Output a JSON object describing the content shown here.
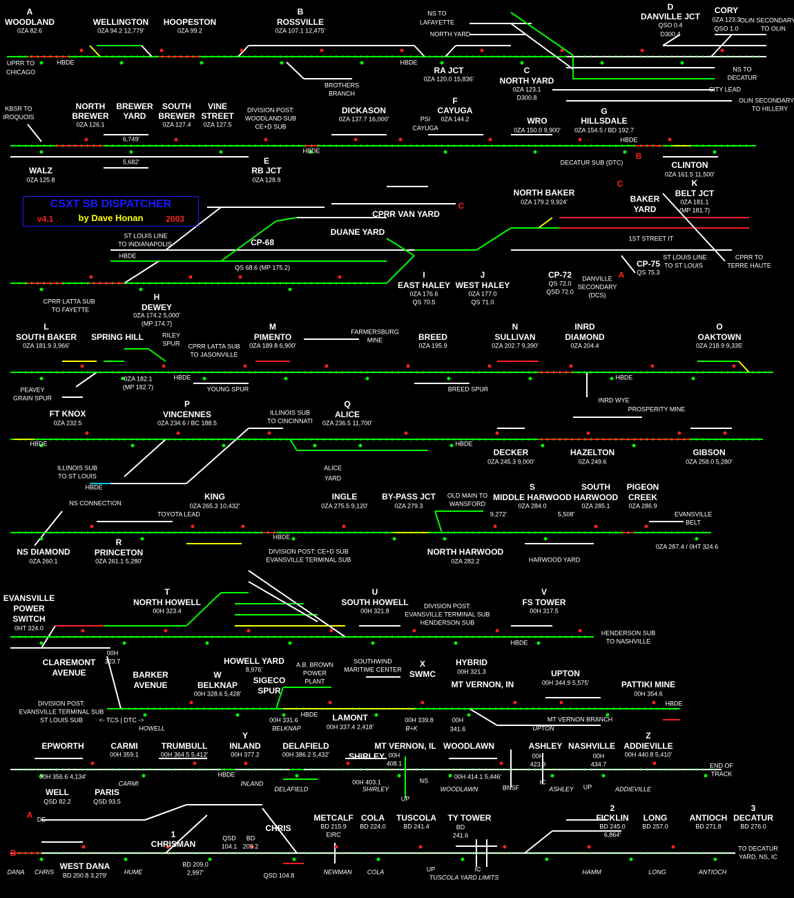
{
  "app": {
    "title": "CSXT SB DISPATCHER",
    "version": "v4.1",
    "author": "by Dave Honan",
    "year": "2003"
  },
  "colors": {
    "occupied": "#ff2020",
    "lined": "#00ff00",
    "idle": "#ffffff",
    "caution": "#ffff00",
    "title": "#1a1aff"
  },
  "rows": [
    {
      "labels": [
        "A",
        "WOODLAND",
        "0ZA 82.6",
        "WELLINGTON",
        "0ZA 94.2   12,779'",
        "HOOPESTON",
        "0ZA 99.2",
        "B",
        "ROSSVILLE",
        "0ZA 107.1   12,475'",
        "NS TO",
        "LAFAYETTE",
        "NORTH YARD",
        "D",
        "DANVILLE JCT",
        "QSO 0.4",
        "D300.4",
        "CORY",
        "0ZA 123.3",
        "QSO 1.0",
        "OLIN SECONDARY",
        "TO OLIN",
        "UPRR TO",
        "CHICAGO",
        "HBDE",
        "RA JCT",
        "0ZA 120.0   15,836'",
        "C",
        "NORTH YARD",
        "0ZA 123.1",
        "D300.8",
        "BROTHERS",
        "BRANCH",
        "NS TO",
        "DECATUR",
        "CITY LEAD",
        "OLIN SECONDARY",
        "TO HILLERY",
        "HBDE"
      ]
    },
    {
      "labels": [
        "KBSR TO",
        "IROQUOIS",
        "NORTH",
        "BREWER",
        "0ZA 126.1",
        "BREWER",
        "YARD",
        "SOUTH",
        "BREWER",
        "0ZA 127.4",
        "VINE",
        "STREET",
        "0ZA 127.5",
        "DIVISION POST:",
        "WOODLAND SUB",
        "CE+D SUB",
        "DICKASON",
        "0ZA 137.7   16,000'",
        "F",
        "CAYUGA",
        "0ZA 144.2",
        "PSI",
        "CAYUGA",
        "WRO",
        "0ZA 150.0   9,900'",
        "G",
        "HILLSDALE",
        "0ZA 154.5 / BD 192.7",
        "6,749'",
        "5,682'",
        "WALZ",
        "0ZA 125.8",
        "E",
        "RB JCT",
        "0ZA 128.9",
        "DECATUR SUB (DTC)",
        "B",
        "CLINTON",
        "0ZA 161.5   11,500'",
        "HBDE",
        "HBDE"
      ]
    },
    {
      "labels": [
        "CPRR VAN YARD",
        "C",
        "NORTH BAKER",
        "0ZA 179.2   9,924'",
        "C",
        "BAKER",
        "YARD",
        "K",
        "BELT JCT",
        "0ZA 181.1",
        "(MP 181.7)",
        "DUANE YARD",
        "ST LOUIS LINE",
        "TO INDIANAPOLIS",
        "CP-68",
        "1ST STREET IT",
        "QS 68.6 (MP 175.2)",
        "ST LOUIS LINE",
        "TO ST LOUIS",
        "CPRR TO",
        "TERRE HAUTE",
        "CP-72",
        "QS 72.0",
        "QSD 72.0",
        "CP-75",
        "QS 75.3",
        "A",
        "DANVILLE",
        "SECONDARY",
        "(DCS)",
        "I",
        "EAST HALEY",
        "0ZA 176.6",
        "QS 70.5",
        "J",
        "WEST HALEY",
        "0ZA 177.0",
        "QS 71.0",
        "CPRR LATTA SUB",
        "TO FAYETTE",
        "H",
        "DEWEY",
        "0ZA 174.2   5,000'",
        "(MP 174.7)",
        "HBDE"
      ]
    },
    {
      "labels": [
        "L",
        "SOUTH BAKER",
        "0ZA 181.9   3,966'",
        "SPRING HILL",
        "RILEY",
        "SPUR",
        "CPRR LATTA SUB",
        "TO JASONVILLE",
        "M",
        "PIMENTO",
        "0ZA 189.8   6,900'",
        "FARMERSBURG",
        "MINE",
        "BREED",
        "0ZA 195.9",
        "N",
        "SULLIVAN",
        "0ZA 202.7   9,390'",
        "INRD",
        "DIAMOND",
        "0ZA 204.4",
        "O",
        "OAKTOWN",
        "0ZA 218.9   9,335'",
        "0ZA 182.1",
        "(MP 182.7)",
        "PEAVEY",
        "GRAIN SPUR",
        "YOUNG SPUR",
        "BREED SPUR",
        "INRD WYE",
        "HBDE",
        "HBDE"
      ]
    },
    {
      "labels": [
        "FT KNOX",
        "0ZA 232.5",
        "P",
        "VINCENNES",
        "0ZA 234.6 / BC 188.5",
        "ILLINOIS SUB",
        "TO CINCINNATI",
        "Q",
        "ALICE",
        "0ZA 236.5   11,700'",
        "PROSPERITY MINE",
        "DECKER",
        "0ZA 245.3   9,000'",
        "HAZELTON",
        "0ZA 249.6",
        "GIBSON",
        "0ZA 258.0   5,280'",
        "ALICE",
        "YARD",
        "ILLINOIS SUB",
        "TO ST LOUIS",
        "HBDE",
        "HBDE",
        "HBDE"
      ]
    },
    {
      "labels": [
        "NS CONNECTION",
        "KING",
        "0ZA 265.3   10,432'",
        "TOYOTA LEAD",
        "INGLE",
        "0ZA 275.5   9,120'",
        "BY-PASS JCT",
        "0ZA 279.3",
        "OLD MAIN TO",
        "WANSFORD",
        "S",
        "MIDDLE HARWOOD",
        "0ZA 284.0",
        "SOUTH",
        "HARWOOD",
        "0ZA 285.1",
        "PIGEON",
        "CREEK",
        "0ZA 286.9",
        "9,272'",
        "5,508'",
        "EVANSVILLE",
        "BELT",
        "0ZA 287.4 / 0HT 324.6",
        "NS DIAMOND",
        "0ZA 260.1",
        "R",
        "PRINCETON",
        "0ZA 261.1   5,280'",
        "DIVISION POST:  CE+D SUB",
        "EVANSVILLE TERMINAL SUB",
        "NORTH HARWOOD",
        "0ZA 282.2",
        "HARWOOD YARD",
        "HBDE"
      ]
    },
    {
      "labels": [
        "EVANSVILLE",
        "POWER",
        "SWITCH",
        "0HT 324.0",
        "T",
        "NORTH HOWELL",
        "00H 323.4",
        "U",
        "SOUTH HOWELL",
        "00H 321.8",
        "DIVISION POST:",
        "EVANSVILLE TERMINAL SUB",
        "HENDERSON SUB",
        "V",
        "FS TOWER",
        "00H 317.5",
        "HENDERSON SUB",
        "TO NASHVILLE",
        "00H",
        "323.7",
        "CLAREMONT",
        "AVENUE",
        "HOWELL YARD",
        "8,976'",
        "HBDE"
      ]
    },
    {
      "labels": [
        "A.B. BROWN",
        "POWER",
        "PLANT",
        "SOUTHWIND",
        "MARITIME CENTER",
        "X",
        "SWMC",
        "HYBRID",
        "00H 321.3",
        "BARKER",
        "AVENUE",
        "W",
        "BELKNAP",
        "00H 328.6   5,428'",
        "SIGECO",
        "SPUR",
        "MT VERNON, IN",
        "UPTON",
        "00H 344.9   5,575'",
        "PATTIKI MINE",
        "00H 354.6",
        "DIVISION POST:",
        "EVANSVILLE TERMINAL SUB",
        "ST LOUIS SUB",
        "<- TCS | DTC ->",
        "HOWELL",
        "LAMONT",
        "00H 337.4   2,418'",
        "00H 331.6",
        "BELKNAP",
        "00H 339.8",
        "B+K",
        "00H",
        "341.6",
        "MT VERNON BRANCH",
        "UPTON",
        "HBDE",
        "HBDE"
      ]
    },
    {
      "labels": [
        "Y",
        "INLAND",
        "00H 377.2",
        "EPWORTH",
        "CARMI",
        "00H 359.1",
        "TRUMBULL",
        "00H 364.5   5,412'",
        "DELAFIELD",
        "00H 386.2   5,432'",
        "MT VERNON, IL",
        "WOODLAWN",
        "ASHLEY",
        "NASHVILLE",
        "Z",
        "ADDIEVILLE",
        "00H 440.8   5,410'",
        "SHIRLEY",
        "00H",
        "408.1",
        "00H",
        "423.9",
        "00H",
        "434.7",
        "00H 356.6   4,134'",
        "CARMI",
        "INLAND",
        "00H 403.1",
        "SHIRLEY",
        "00H 414.1   5,446'",
        "WOODLAWN",
        "BNSF",
        "IC",
        "ASHLEY",
        "UP",
        "ADDIEVILLE",
        "END OF",
        "TRACK",
        "NS",
        "UP",
        "DELAFIELD",
        "HBDE"
      ]
    },
    {
      "labels": [
        "WELL",
        "QSD 82.2",
        "PARIS",
        "QSD 93.5",
        "A",
        "DE",
        "1",
        "CHRISMAN",
        "QSD",
        "104.1",
        "BD",
        "209.2",
        "CHRIS",
        "METCALF",
        "BD 215.9",
        "EIRC",
        "COLA",
        "BD 224.0",
        "TUSCOLA",
        "BD 241.4",
        "TY TOWER",
        "BD",
        "241.6",
        "2",
        "FICKLIN",
        "BD 245.0",
        "6,864'",
        "LONG",
        "BD 257.0",
        "ANTIOCH",
        "BD 271.8",
        "3",
        "DECATUR",
        "BD 276.0",
        "TO DECATUR",
        "YARD, NS, IC",
        "B",
        "WEST DANA",
        "BD 200.8   3,279'",
        "BD 209.0",
        "2,997'",
        "QSD 104.8",
        "DANA",
        "CHRIS",
        "HUME",
        "NEWMAN",
        "COLA",
        "UP",
        "TUSCOLA YARD LIMITS",
        "IC",
        "HAMM",
        "LONG",
        "ANTIOCH"
      ]
    }
  ]
}
